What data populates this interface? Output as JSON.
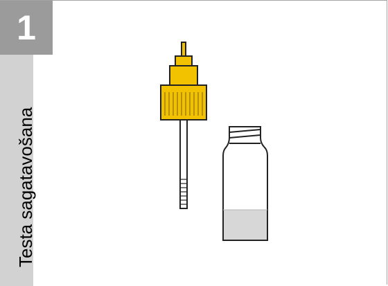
{
  "step": {
    "number": "1"
  },
  "side": {
    "label": "Testa sagatavošana"
  },
  "colors": {
    "cap_yellow": "#f2c200",
    "cap_outline": "#222222",
    "liquid_gray": "#d7d7d7",
    "step_box": "#9b9b9b",
    "side_strip": "#d2d2d2",
    "frame_border": "#a4a4a4"
  },
  "illustration": {
    "left_item": "dropper-cap-with-pipette",
    "right_item": "test-vial-with-liquid"
  }
}
